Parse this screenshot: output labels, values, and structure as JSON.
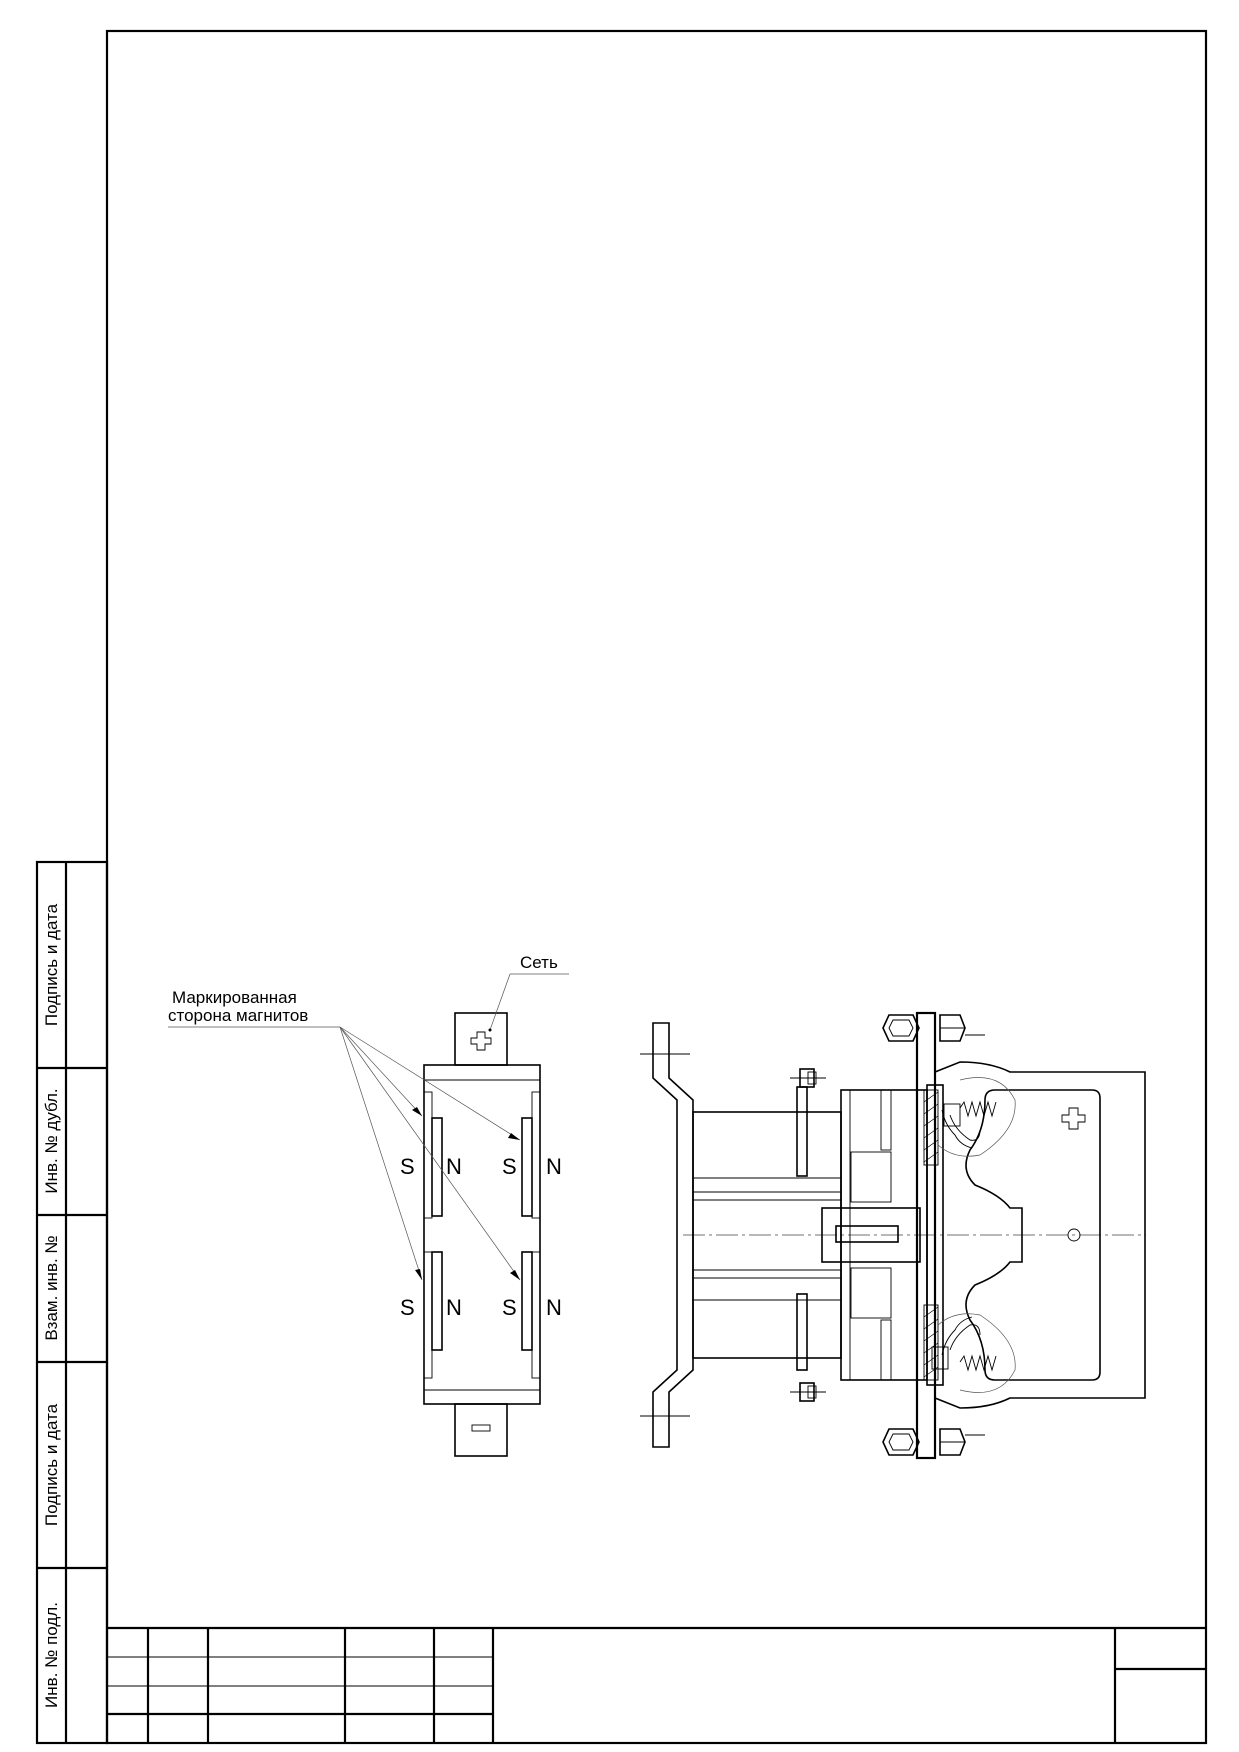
{
  "side_stamp": {
    "cells": [
      "Подпись и дата",
      "Инв. № дубл.",
      "Взам. инв. №",
      "Подпись и дата",
      "Инв. № подл."
    ]
  },
  "drawing": {
    "labels": {
      "network": "Сеть",
      "marked_line1": "Маркированная",
      "marked_line2": "сторона магнитов"
    },
    "polarity": {
      "plus": "+",
      "minus": "−"
    },
    "magnets": [
      {
        "s": "S",
        "n": "N"
      },
      {
        "s": "S",
        "n": "N"
      },
      {
        "s": "S",
        "n": "N"
      },
      {
        "s": "S",
        "n": "N"
      }
    ]
  }
}
